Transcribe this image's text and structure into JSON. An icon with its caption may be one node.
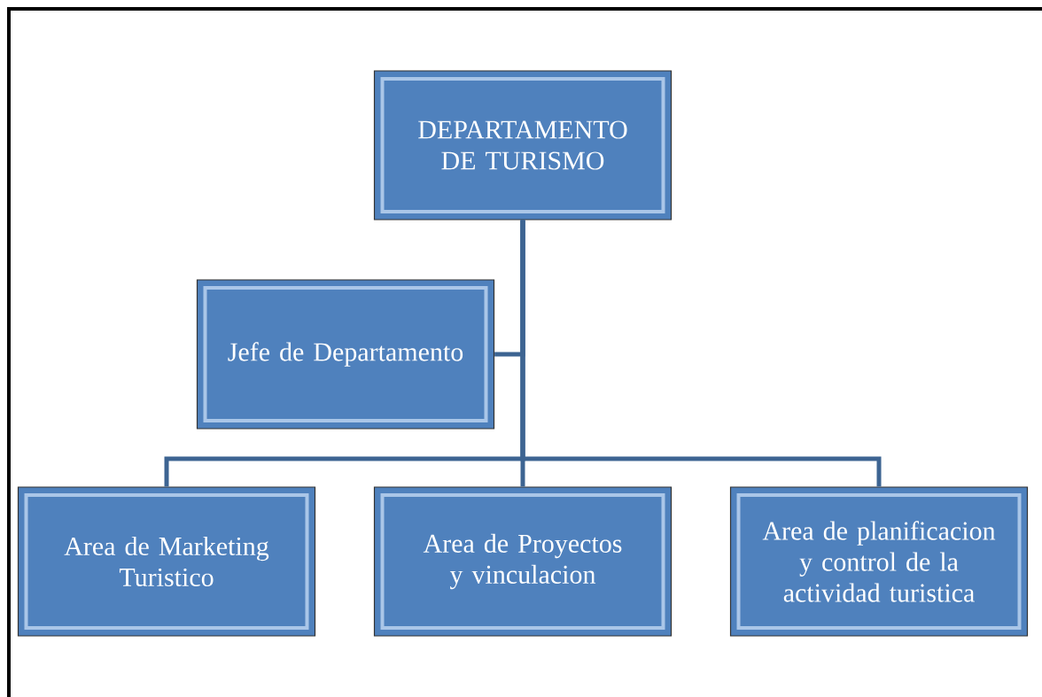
{
  "diagram": {
    "nodes": [
      {
        "text": [
          "DEPARTAMENTO DE TURISMO"
        ]
      },
      {
        "text": [
          "Jefe de Departamento"
        ]
      },
      {
        "text": [
          "Area de Marketing Turistico"
        ]
      },
      {
        "text": [
          "Area de Proyectos y vinculacion"
        ]
      },
      {
        "text": [
          "Area de planificacion y control de la actividad turistica"
        ]
      }
    ],
    "edges": [
      {
        "from": 0,
        "to": 1,
        "arrow": "none"
      },
      {
        "from": 0,
        "to": 2,
        "arrow": "none"
      },
      {
        "from": 0,
        "to": 3,
        "arrow": "none"
      },
      {
        "from": 0,
        "to": 4,
        "arrow": "none"
      }
    ]
  }
}
